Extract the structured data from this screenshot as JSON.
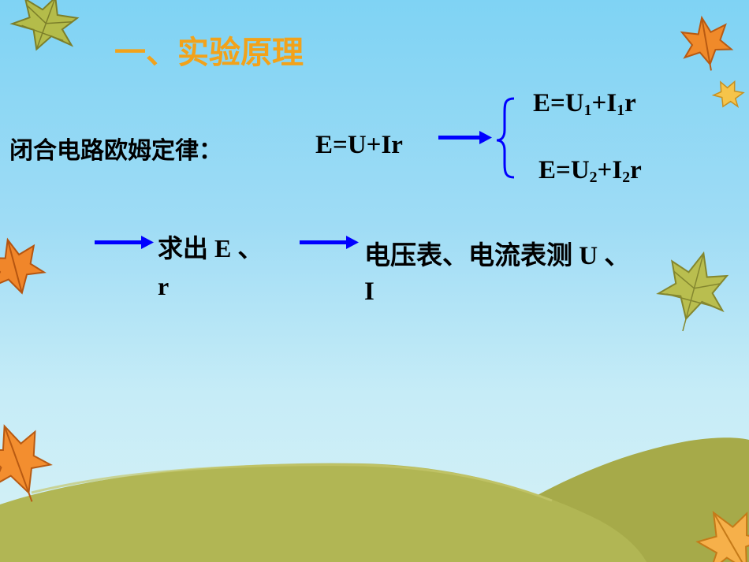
{
  "title": "一、实验原理",
  "law": {
    "label": "闭合电路欧姆定律：",
    "formula": "E=U+Ir"
  },
  "equations": [
    {
      "lhs": "E=U",
      "sub1": "1",
      "mid": "+I",
      "sub2": "1",
      "tail": "r"
    },
    {
      "lhs": "E=U",
      "sub1": "2",
      "mid": "+I",
      "sub2": "2",
      "tail": "r"
    }
  ],
  "steps": {
    "solve_line1_cjk": "求出",
    "solve_line1_rest": " E 、",
    "solve_line2": "r",
    "measure_line1_cjk": "电压表、电流表测",
    "measure_line1_rest": " U 、",
    "measure_line2": "I"
  },
  "colors": {
    "sky_top": "#7fd3f4",
    "hill_front": "#b0b553",
    "hill_back": "#a8ac4a",
    "title": "#f2a21a",
    "arrow": "#0000ff"
  }
}
